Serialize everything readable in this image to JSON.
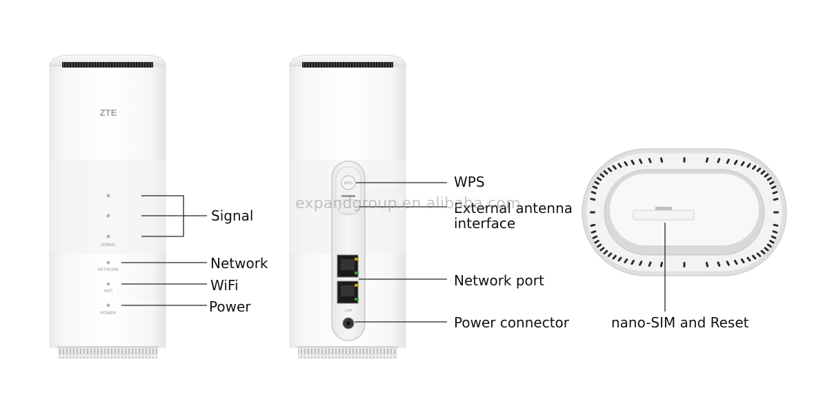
{
  "front_view": {
    "brand_logo": "ZTE",
    "led_labels": {
      "signal": "SIGNAL",
      "network": "NETWORK",
      "wifi": "WiFi",
      "power": "POWER"
    }
  },
  "back_view": {
    "wps_button_text": "WPS",
    "port_label": "LAN"
  },
  "callouts": {
    "signal": "Signal",
    "network": "Network",
    "wifi": "WiFi",
    "power": "Power",
    "wps": "WPS",
    "external_antenna_line1": "External antenna",
    "external_antenna_line2": "interface",
    "network_port": "Network port",
    "power_connector": "Power connector",
    "nano_sim_reset": "nano-SIM and Reset"
  },
  "watermark": "expandgroup.en.alibaba.com"
}
